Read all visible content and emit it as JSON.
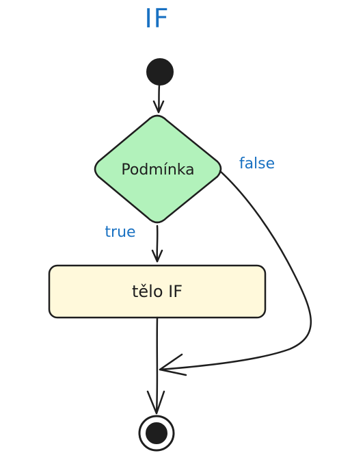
{
  "title": "IF",
  "decision": {
    "label": "Podmínka"
  },
  "body": {
    "label": "tělo IF"
  },
  "edges": {
    "true_label": "true",
    "false_label": "false"
  },
  "colors": {
    "accent_text": "#1971c2",
    "stroke": "#1e1e1e",
    "decision_fill": "#b2f2bb",
    "body_fill": "#fff9db"
  }
}
